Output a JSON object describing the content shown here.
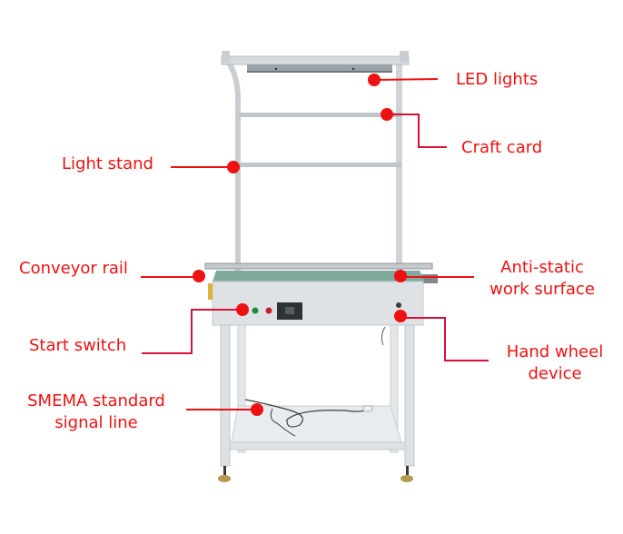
{
  "colors": {
    "label_text": "#ee1111",
    "leader_red": "#ee1111",
    "leader_crimson": "#d8103a",
    "frame_grey": "#d3d8dc",
    "frame_shadow": "#a9b0b5",
    "belt_green": "#7fa99a",
    "panel_grey": "#dfe2e4",
    "background": "#ffffff"
  },
  "labels": {
    "led_lights": "LED lights",
    "craft_card": "Craft card",
    "light_stand": "Light stand",
    "conveyor_rail": "Conveyor rail",
    "anti_static_line1": "Anti-static",
    "anti_static_line2": "work surface",
    "start_switch": "Start switch",
    "hand_wheel_line1": "Hand wheel",
    "hand_wheel_line2": "device",
    "smema_line1": "SMEMA standard",
    "smema_line2": "signal line"
  }
}
